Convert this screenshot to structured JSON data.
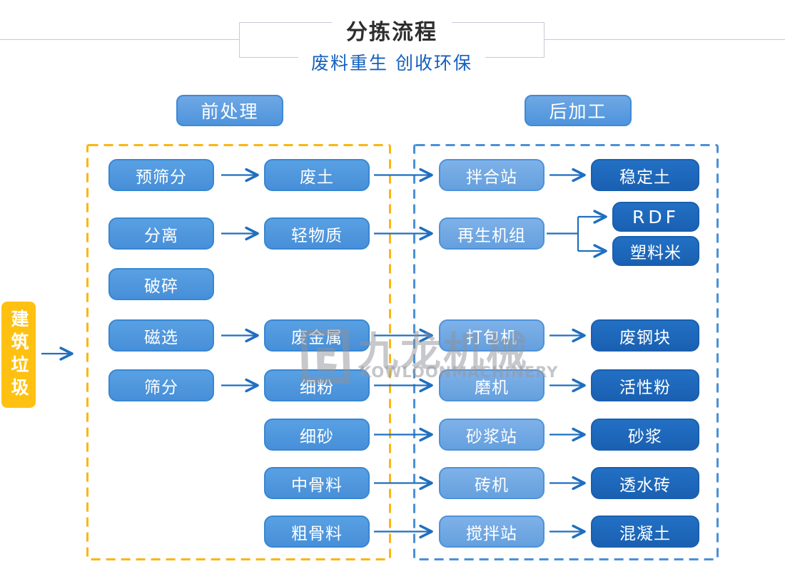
{
  "header": {
    "title": "分拣流程",
    "subtitle": "废料重生 创收环保"
  },
  "sections": {
    "pre_label": "前处理",
    "post_label": "后加工"
  },
  "source": {
    "label": "建筑垃圾"
  },
  "flow": {
    "col_process": [
      "预筛分",
      "分离",
      "破碎",
      "磁选",
      "筛分"
    ],
    "col_material": [
      "废土",
      "轻物质",
      "废金属",
      "细粉",
      "细砂",
      "中骨料",
      "粗骨料"
    ],
    "col_machine": [
      "拌合站",
      "再生机组",
      "打包机",
      "磨机",
      "砂浆站",
      "砖机",
      "搅拌站"
    ],
    "col_product": [
      "稳定土",
      "RDF",
      "塑料米",
      "废钢块",
      "活性粉",
      "砂浆",
      "透水砖",
      "混凝土"
    ],
    "links": [
      {
        "from": "建筑垃圾",
        "to": "前处理"
      },
      {
        "from": "预筛分",
        "to": "废土"
      },
      {
        "from": "分离",
        "to": "轻物质"
      },
      {
        "from": "磁选",
        "to": "废金属"
      },
      {
        "from": "筛分",
        "to": "细粉"
      },
      {
        "from": "废土",
        "to": "拌合站"
      },
      {
        "from": "轻物质",
        "to": "再生机组"
      },
      {
        "from": "废金属",
        "to": "打包机"
      },
      {
        "from": "细粉",
        "to": "磨机"
      },
      {
        "from": "细砂",
        "to": "砂浆站"
      },
      {
        "from": "中骨料",
        "to": "砖机"
      },
      {
        "from": "粗骨料",
        "to": "搅拌站"
      },
      {
        "from": "拌合站",
        "to": "稳定土"
      },
      {
        "from": "再生机组",
        "to": "RDF"
      },
      {
        "from": "再生机组",
        "to": "塑料米"
      },
      {
        "from": "打包机",
        "to": "废钢块"
      },
      {
        "from": "磨机",
        "to": "活性粉"
      },
      {
        "from": "砂浆站",
        "to": "砂浆"
      },
      {
        "from": "砖机",
        "to": "透水砖"
      },
      {
        "from": "搅拌站",
        "to": "混凝土"
      }
    ]
  },
  "watermark": {
    "brand": "九龙机械",
    "brand_latin": "KOWLOONMACHINERY"
  },
  "colors": {
    "node_medium": "#478fd8",
    "node_light": "#64a0de",
    "node_dark": "#1a60b2",
    "source_yellow": "#fec111",
    "dashed_yellow": "#fbb612",
    "dashed_blue": "#4a90d8",
    "arrow_blue": "#1f6fc0",
    "subtitle_blue": "#1460be",
    "title_dark": "#2e2e2e"
  }
}
